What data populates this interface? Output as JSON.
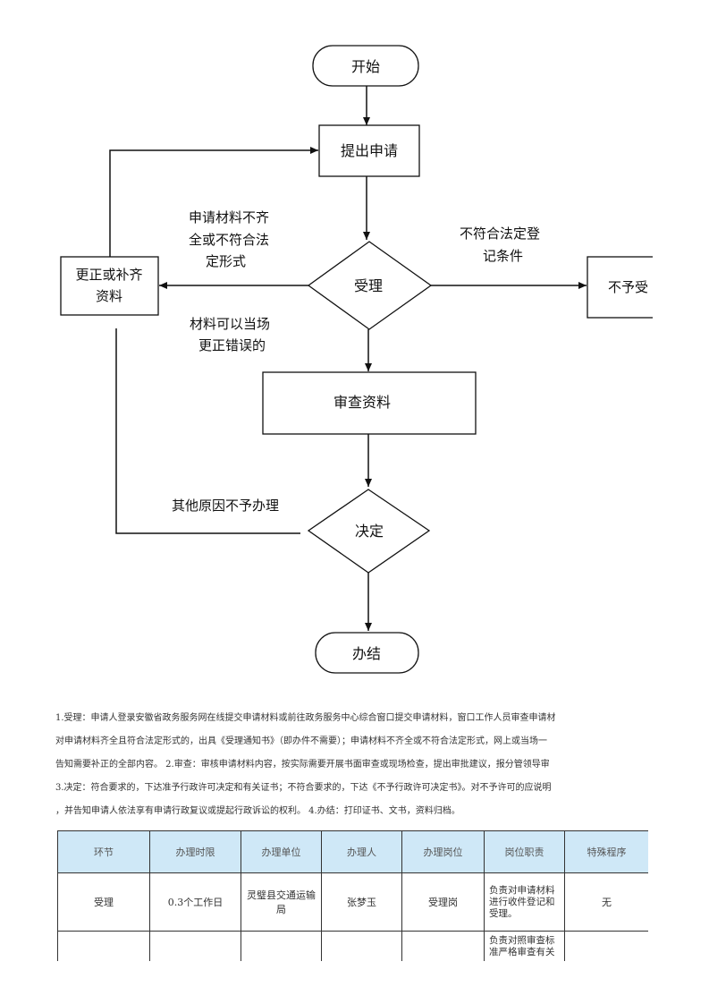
{
  "flowchart": {
    "start": "开始",
    "apply": "提出申请",
    "accept": "受理",
    "review": "审查资料",
    "decide": "决定",
    "finish": "办结",
    "correct": [
      "更正或补齐",
      "资料"
    ],
    "reject": "不予受",
    "label_incomplete": [
      "申请材料不齐",
      "全或不符合法",
      "定形式"
    ],
    "label_not_qualified": [
      "不符合法定登",
      "记条件"
    ],
    "label_fix_onsite": [
      "材料可以当场",
      "更正错误的"
    ],
    "label_other_reason": "其他原因不予办理"
  },
  "description": [
    "1.受理：申请人登录安徽省政务服务网在线提交申请材料或前往政务服务中心综合窗口提交申请材料，窗口工作人员审查申请材",
    "对申请材料齐全且符合法定形式的，出具《受理通知书》（即办件不需要）；申请材料不齐全或不符合法定形式，网上或当场一",
    "告知需要补正的全部内容。 2.审查：审核申请材料内容，按实际需要开展书面审查或现场检查，提出审批建议，报分管领导审",
    "3.决定：符合要求的，下达准予行政许可决定和有关证书；不符合要求的，下达《不予行政许可决定书》。对不予许可的应说明",
    "，并告知申请人依法享有申请行政复议或提起行政诉讼的权利。 4.办结：打印证书、文书，资料归档。"
  ],
  "table": {
    "headers": [
      "环节",
      "办理时限",
      "办理单位",
      "办理人",
      "办理岗位",
      "岗位职责",
      "特殊程序"
    ],
    "rows": [
      [
        "受理",
        "0.3个工作日",
        "灵璧县交通运输局",
        "张梦玉",
        "受理岗",
        "负责对申请材料进行收件登记和受理。",
        "无"
      ],
      [
        "",
        "",
        "",
        "",
        "",
        "负责对照审查标准严格审查有关",
        ""
      ]
    ]
  }
}
